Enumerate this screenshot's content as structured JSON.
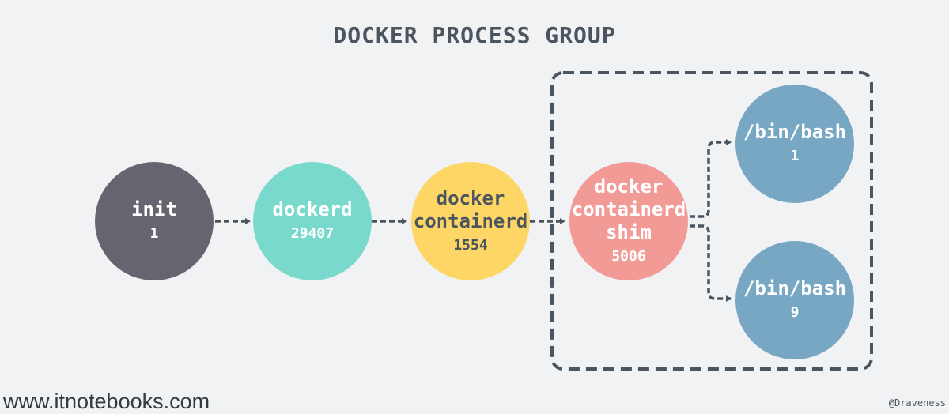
{
  "title": "DOCKER PROCESS GROUP",
  "nodes": [
    {
      "id": "init",
      "name": "init",
      "pid": "1",
      "color": "#67646f",
      "text_color": "#ffffff"
    },
    {
      "id": "dockerd",
      "name": "dockerd",
      "pid": "29407",
      "color": "#79d9cc",
      "text_color": "#ffffff"
    },
    {
      "id": "containerd",
      "name": "docker\ncontainerd",
      "pid": "1554",
      "color": "#fdd665",
      "text_color": "#4b5560"
    },
    {
      "id": "shim",
      "name": "docker\ncontainerd\nshim",
      "pid": "5006",
      "color": "#f19a96",
      "text_color": "#ffffff"
    },
    {
      "id": "bash1",
      "name": "/bin/bash",
      "pid": "1",
      "color": "#77a7c3",
      "text_color": "#ffffff"
    },
    {
      "id": "bash9",
      "name": "/bin/bash",
      "pid": "9",
      "color": "#77a7c3",
      "text_color": "#ffffff"
    }
  ],
  "edges": [
    {
      "from": "init",
      "to": "dockerd"
    },
    {
      "from": "dockerd",
      "to": "containerd"
    },
    {
      "from": "containerd",
      "to": "shim"
    },
    {
      "from": "shim",
      "to": "bash1"
    },
    {
      "from": "shim",
      "to": "bash9"
    }
  ],
  "group": {
    "members": [
      "shim",
      "bash1",
      "bash9"
    ],
    "style": "dashed"
  },
  "line_color": "#4b5560",
  "watermark": "www.itnotebooks.com",
  "credit": "@Draveness"
}
